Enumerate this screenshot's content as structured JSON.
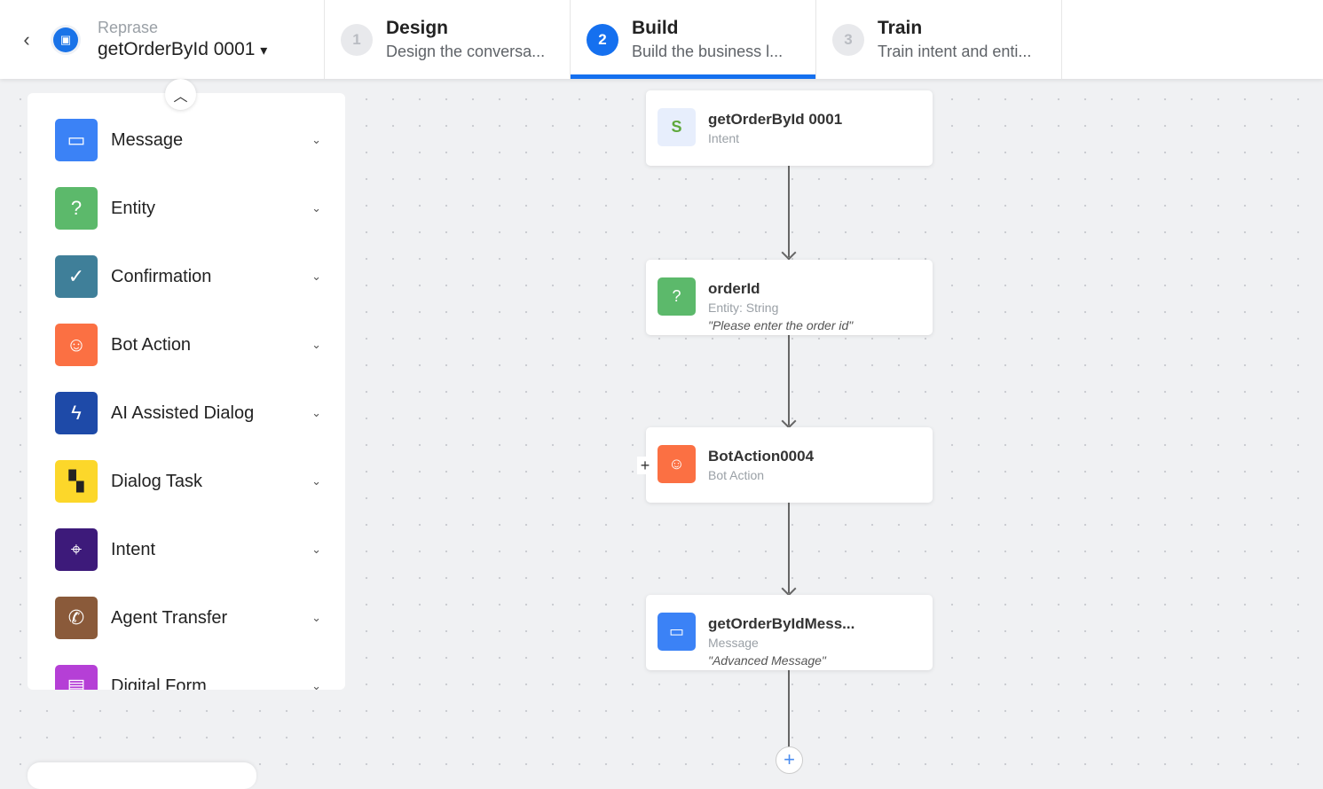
{
  "header": {
    "project_label": "Reprase",
    "project_name": "getOrderById 0001",
    "steps": [
      {
        "num": "1",
        "title": "Design",
        "desc": "Design the conversa..."
      },
      {
        "num": "2",
        "title": "Build",
        "desc": "Build the business l..."
      },
      {
        "num": "3",
        "title": "Train",
        "desc": "Train intent and enti..."
      }
    ],
    "active_step": 2
  },
  "sidebar": {
    "items": [
      {
        "label": "Message",
        "color": "#3b82f6"
      },
      {
        "label": "Entity",
        "color": "#5cb96b"
      },
      {
        "label": "Confirmation",
        "color": "#3f7f99"
      },
      {
        "label": "Bot Action",
        "color": "#fb7043"
      },
      {
        "label": "AI Assisted Dialog",
        "color": "#1e4aa8"
      },
      {
        "label": "Dialog Task",
        "color": "#fcd72a"
      },
      {
        "label": "Intent",
        "color": "#3d1a7a"
      },
      {
        "label": "Agent Transfer",
        "color": "#8a5a3a"
      },
      {
        "label": "Digital Form",
        "color": "#b53fd6"
      }
    ]
  },
  "flow": {
    "nodes": [
      {
        "title": "getOrderById 0001",
        "subtitle": "Intent",
        "icon": "shopify-bag-icon"
      },
      {
        "title": "orderId",
        "subtitle": "Entity: String",
        "quote": "\"Please enter the order id\"",
        "icon": "entity-icon"
      },
      {
        "title": "BotAction0004",
        "subtitle": "Bot Action",
        "icon": "bot-action-icon"
      },
      {
        "title": "getOrderByIdMess...",
        "subtitle": "Message",
        "quote": "\"Advanced Message\"",
        "icon": "message-icon"
      }
    ],
    "plus": "+",
    "add": "+"
  },
  "icons": {
    "back": "‹",
    "dropdown": "▾",
    "collapse": "︿",
    "chevron": "⌄"
  }
}
